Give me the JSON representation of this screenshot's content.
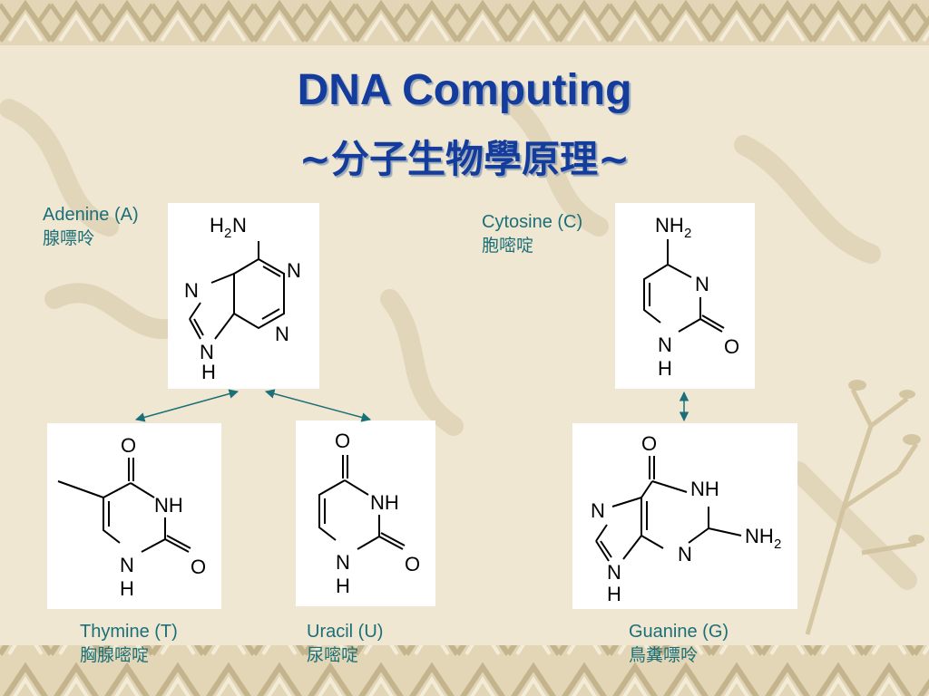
{
  "slide": {
    "title": "DNA Computing",
    "subtitle": "~分子生物學原理~"
  },
  "molecules": {
    "adenine": {
      "name": "Adenine (A)",
      "chinese": "腺嘌呤"
    },
    "cytosine": {
      "name": "Cytosine (C)",
      "chinese": "胞嘧啶"
    },
    "thymine": {
      "name": "Thymine (T)",
      "chinese": "胸腺嘧啶"
    },
    "uracil": {
      "name": "Uracil (U)",
      "chinese": "尿嘧啶"
    },
    "guanine": {
      "name": "Guanine (G)",
      "chinese": "鳥糞嘌呤"
    }
  },
  "colors": {
    "title": "#143c9c",
    "label": "#1b6f78",
    "arrow": "#1b6f78",
    "background": "#efe7d2"
  }
}
